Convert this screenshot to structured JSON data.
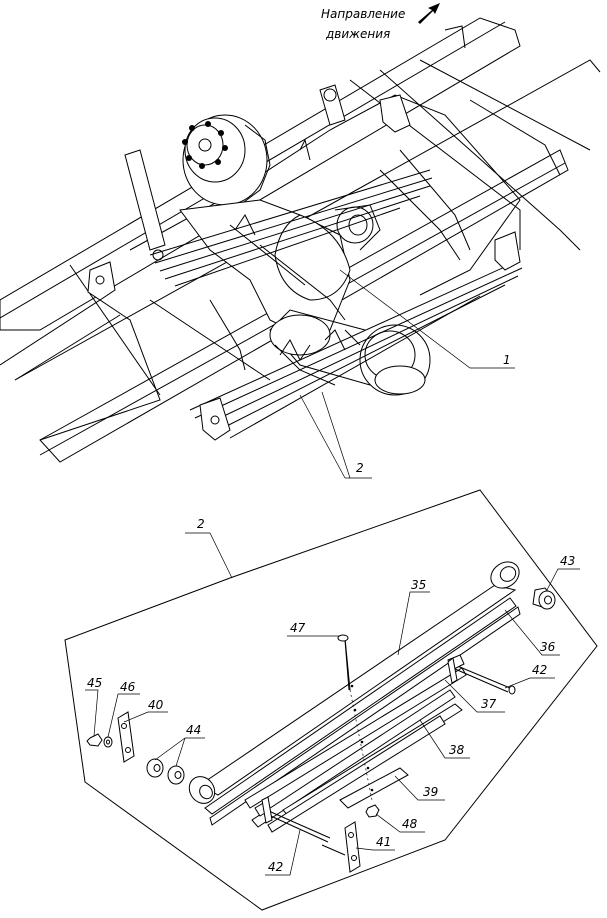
{
  "direction": {
    "line1": "Направление",
    "line2": "движения"
  },
  "top_callouts": {
    "axle": "1",
    "springs": "2"
  },
  "detail": {
    "view_label": "2",
    "callouts": {
      "p35": "35",
      "p36": "36",
      "p37": "37",
      "p38": "38",
      "p39": "39",
      "p40": "40",
      "p41": "41",
      "p42a": "42",
      "p42b": "42",
      "p43": "43",
      "p44": "44",
      "p45": "45",
      "p46": "46",
      "p47": "47",
      "p48": "48"
    }
  }
}
